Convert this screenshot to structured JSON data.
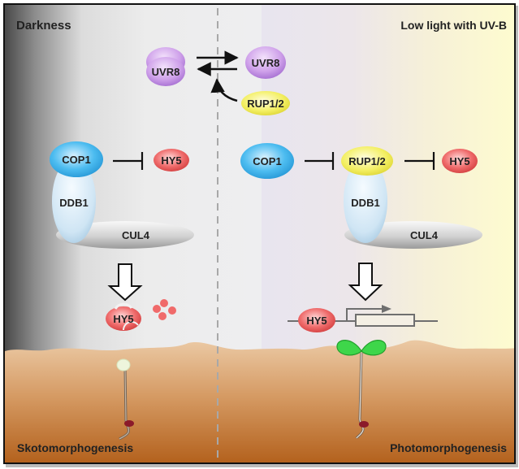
{
  "panels": {
    "left": {
      "title": "Darkness",
      "outcome": "Skotomorphogenesis"
    },
    "right": {
      "title": "Low light with UV-B",
      "outcome": "Photomorphogenesis"
    }
  },
  "proteins": {
    "uvr8_dimer": "UVR8",
    "uvr8_monomer": "UVR8",
    "rup_top": "RUP1/2",
    "left_cop1": "COP1",
    "left_ddb1": "DDB1",
    "left_cul4": "CUL4",
    "left_hy5_target": "HY5",
    "left_hy5_degraded": "HY5",
    "right_cop1": "COP1",
    "right_rup": "RUP1/2",
    "right_ddb1": "DDB1",
    "right_cul4": "CUL4",
    "right_hy5_target": "HY5",
    "right_hy5_bound": "HY5"
  },
  "colors": {
    "uvr8": "#c99ae6",
    "rup": "#f2ef6a",
    "cop1": "#3fb3ea",
    "ddb1": "#cfe6f5",
    "cul4": "#cfcfcf",
    "hy5": "#e85a5a",
    "soil_top": "#e9c4a0",
    "soil_bottom": "#b5631c",
    "leaf": "#3ed64a",
    "seed": "#8b1a2a"
  }
}
